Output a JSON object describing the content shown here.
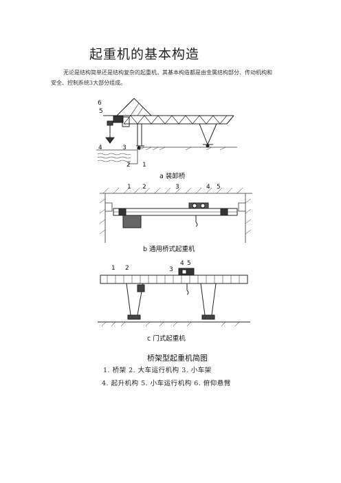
{
  "title": "起重机的基本构造",
  "intro": {
    "line1": "无论是结构简单还是结构复杂的起重机，其基本构造都是由金属结构部分、传动机构和",
    "line2": "安全、控制系统3大部分组成。"
  },
  "figures": {
    "a": {
      "caption": "a  装卸桥",
      "labels": {
        "n1": "1",
        "n2": "2",
        "n3": "3",
        "n4": "4",
        "n5": "5",
        "n6": "6"
      }
    },
    "b": {
      "caption": "b  通用桥式起重机",
      "labels": {
        "n1": "1",
        "n2": "2",
        "n3": "3",
        "n4": "4",
        "n5": "5"
      }
    },
    "c": {
      "caption": "c  门式起重机",
      "labels": {
        "n1": "1",
        "n2": "2",
        "n3": "3",
        "n4": "4",
        "n5": "5"
      }
    }
  },
  "legend": {
    "title": "桥架型起重机简图",
    "row1": "1. 桥架   2. 大车运行机构   3. 小车架",
    "row2": "4. 起升机构   5. 小车运行机构   6. 俯仰悬臂"
  }
}
